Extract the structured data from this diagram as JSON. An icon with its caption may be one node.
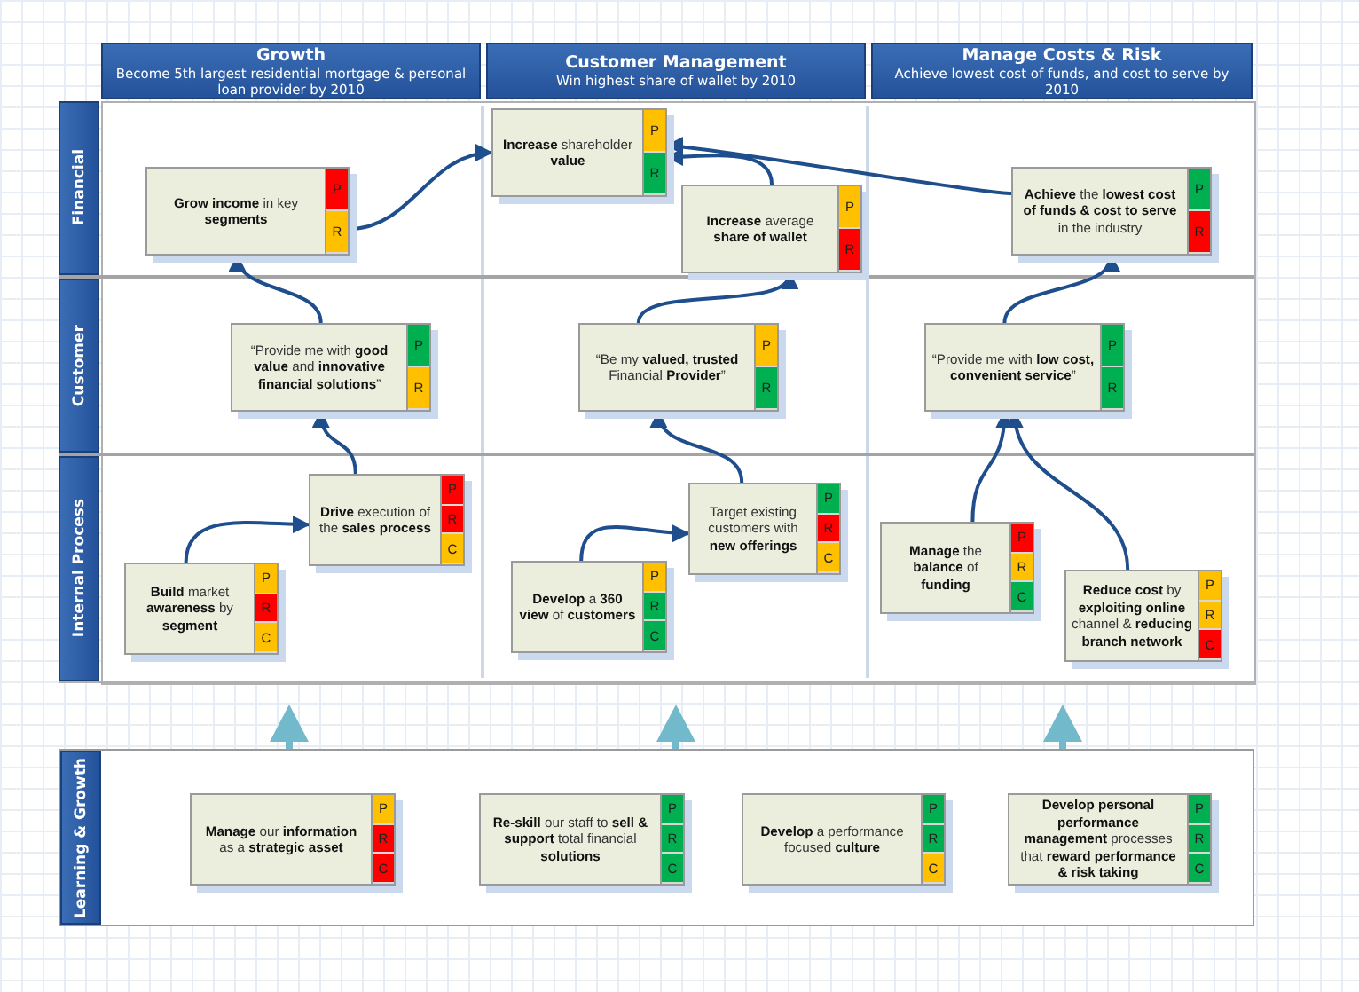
{
  "diagram": {
    "nodes": [
      {
        "text": [
          "Growth",
          "Become 5th largest residential mortgage & personal loan provider by 2010"
        ]
      },
      {
        "text": [
          "Customer Management",
          "Win highest share of wallet by 2010"
        ]
      },
      {
        "text": [
          "Manage Costs & Risk",
          "Achieve lowest cost of funds, and cost to serve by 2010"
        ]
      },
      {
        "text": [
          "Financial"
        ]
      },
      {
        "text": [
          "**Grow income** in key **segments**",
          "P",
          "R"
        ],
        "in": 3
      },
      {
        "text": [
          "**Increase** shareholder **value**",
          "P",
          "R"
        ],
        "in": 3
      },
      {
        "text": [
          "**Increase** average **share of wallet**",
          "P",
          "R"
        ],
        "in": 3
      },
      {
        "text": [
          "**Achieve** the **lowest cost of funds & cost to serve** in the industry",
          "P",
          "R"
        ],
        "in": 3
      },
      {
        "text": [
          "Customer"
        ]
      },
      {
        "text": [
          "“Provide me with **good value** and **innovative financial solutions**”",
          "P",
          "R"
        ],
        "in": 8
      },
      {
        "text": [
          "“Be my **valued, trusted** Financial **Provider**”",
          "P",
          "R"
        ],
        "in": 8
      },
      {
        "text": [
          "“Provide me with **low cost, convenient service**”",
          "P",
          "R"
        ],
        "in": 8
      },
      {
        "text": [
          "Internal Process"
        ]
      },
      {
        "text": [
          "**Drive** execution of the **sales process**",
          "P",
          "R",
          "C"
        ],
        "in": 12
      },
      {
        "text": [
          "Target existing customers with **new offerings**",
          "P",
          "R",
          "C"
        ],
        "in": 12
      },
      {
        "text": [
          "**Build** market **awareness** by **segment**",
          "P",
          "R",
          "C"
        ],
        "in": 12
      },
      {
        "text": [
          "**Develop** a **360 view** of **customers**",
          "P",
          "R",
          "C"
        ],
        "in": 12
      },
      {
        "text": [
          "**Manage** the **balance** of **funding**",
          "P",
          "R",
          "C"
        ],
        "in": 12
      },
      {
        "text": [
          "**Reduce cost** by **exploiting online** channel & **reducing branch network**",
          "P",
          "R",
          "C"
        ],
        "in": 12
      },
      {
        "text": [
          "Learning & Growth"
        ]
      },
      {
        "text": [
          "**Manage** our **information** as a **strategic asset**",
          "P",
          "R",
          "C"
        ],
        "in": 19
      },
      {
        "text": [
          "**Re-skill** our staff to **sell & support** total financial **solutions**",
          "P",
          "R",
          "C"
        ],
        "in": 19
      },
      {
        "text": [
          "**Develop** a performance focused **culture**",
          "P",
          "R",
          "C"
        ],
        "in": 19
      },
      {
        "text": [
          "**Develop personal performance management** processes that **reward performance & risk taking**",
          "P",
          "R",
          "C"
        ],
        "in": 19
      }
    ],
    "edges": [
      {
        "from": 4,
        "to": 5,
        "arrow": "to"
      },
      {
        "from": 9,
        "to": 4,
        "arrow": "to"
      },
      {
        "from": 13,
        "to": 9,
        "arrow": "to"
      },
      {
        "from": 15,
        "to": 13,
        "arrow": "to"
      },
      {
        "from": 6,
        "to": 5,
        "arrow": "to"
      },
      {
        "from": 10,
        "to": 6,
        "arrow": "to"
      },
      {
        "from": 14,
        "to": 10,
        "arrow": "to"
      },
      {
        "from": 16,
        "to": 14,
        "arrow": "to"
      },
      {
        "from": 7,
        "to": 5,
        "arrow": "to"
      },
      {
        "from": 11,
        "to": 7,
        "arrow": "to"
      },
      {
        "from": 17,
        "to": 11,
        "arrow": "to"
      },
      {
        "from": 18,
        "to": 11,
        "arrow": "to"
      },
      {
        "from": 19,
        "to": 12,
        "arrow": "to"
      },
      {
        "from": 19,
        "to": 12,
        "arrow": "to"
      },
      {
        "from": 19,
        "to": 12,
        "arrow": "to"
      }
    ]
  }
}
